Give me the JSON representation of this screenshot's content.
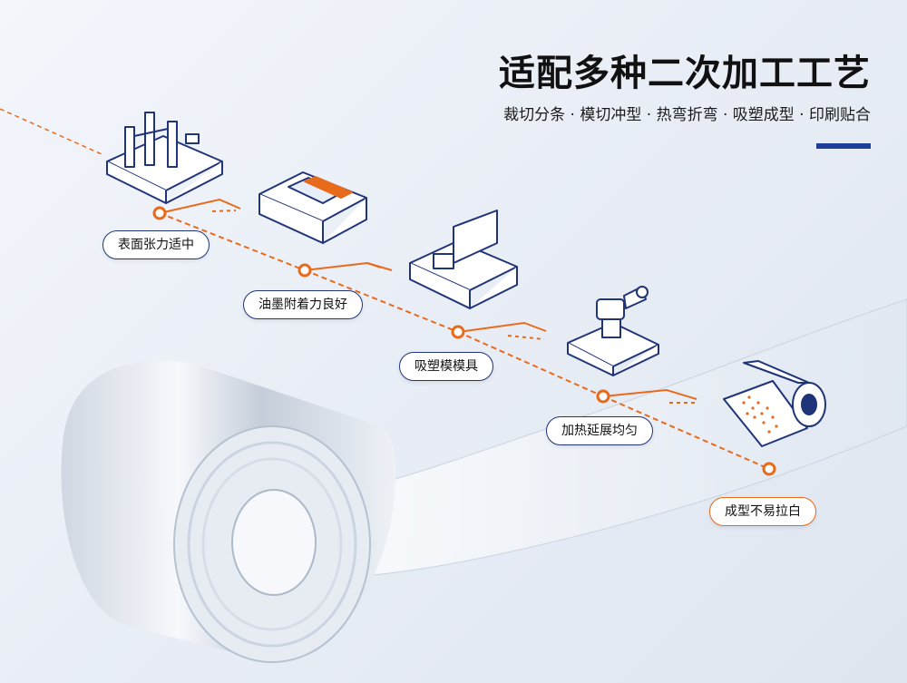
{
  "header": {
    "title": "适配多种二次加工工艺",
    "subtitle": "裁切分条 · 模切冲型 · 热弯折弯 · 吸塑成型 · 印刷贴合"
  },
  "steps": [
    {
      "label": "表面张力适中",
      "icon": "cutting-machine-icon"
    },
    {
      "label": "油墨附着力良好",
      "icon": "die-cut-mold-icon"
    },
    {
      "label": "吸塑模模具",
      "icon": "vacuum-mold-icon"
    },
    {
      "label": "加热延展均匀",
      "icon": "heating-press-icon"
    },
    {
      "label": "成型不易拉白",
      "icon": "film-roll-perforated-icon"
    }
  ],
  "colors": {
    "accent": "#e86b1c",
    "brand": "#1d3f9a",
    "outline": "#20347a"
  }
}
